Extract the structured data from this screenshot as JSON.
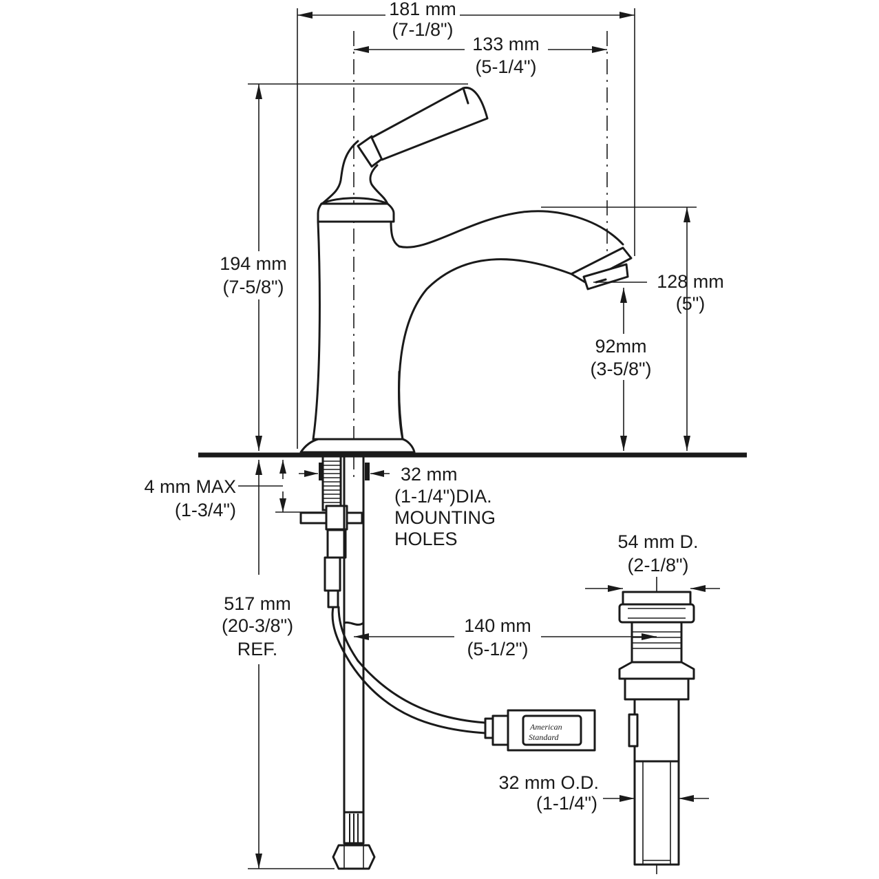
{
  "dimensions": {
    "overall_width": {
      "mm": "181 mm",
      "in": "(7-1/8\")"
    },
    "spout_reach": {
      "mm": "133 mm",
      "in": "(5-1/4\")"
    },
    "overall_height": {
      "mm": "194 mm",
      "in": "(7-5/8\")"
    },
    "spout_height": {
      "mm": "128 mm",
      "in": "(5\")"
    },
    "aerator_clearance": {
      "mm": "92mm",
      "in": "(3-5/8\")"
    },
    "deck_thickness": {
      "mm": "4 mm MAX",
      "in": "(1-3/4\")"
    },
    "mounting_hole": {
      "mm": "32 mm",
      "in": "(1-1/4\")DIA.",
      "line3": "MOUNTING",
      "line4": "HOLES"
    },
    "supply_length": {
      "mm": "517 mm",
      "in": "(20-3/8\")",
      "note": "REF."
    },
    "drain_spacing": {
      "mm": "140 mm",
      "in": "(5-1/2\")"
    },
    "drain_flange": {
      "mm": "54 mm  D.",
      "in": "(2-1/8\")"
    },
    "tailpiece_od": {
      "mm": "32 mm O.D.",
      "in": "(1-1/4\")"
    }
  },
  "logo": {
    "line1": "American",
    "line2": "Standard"
  }
}
